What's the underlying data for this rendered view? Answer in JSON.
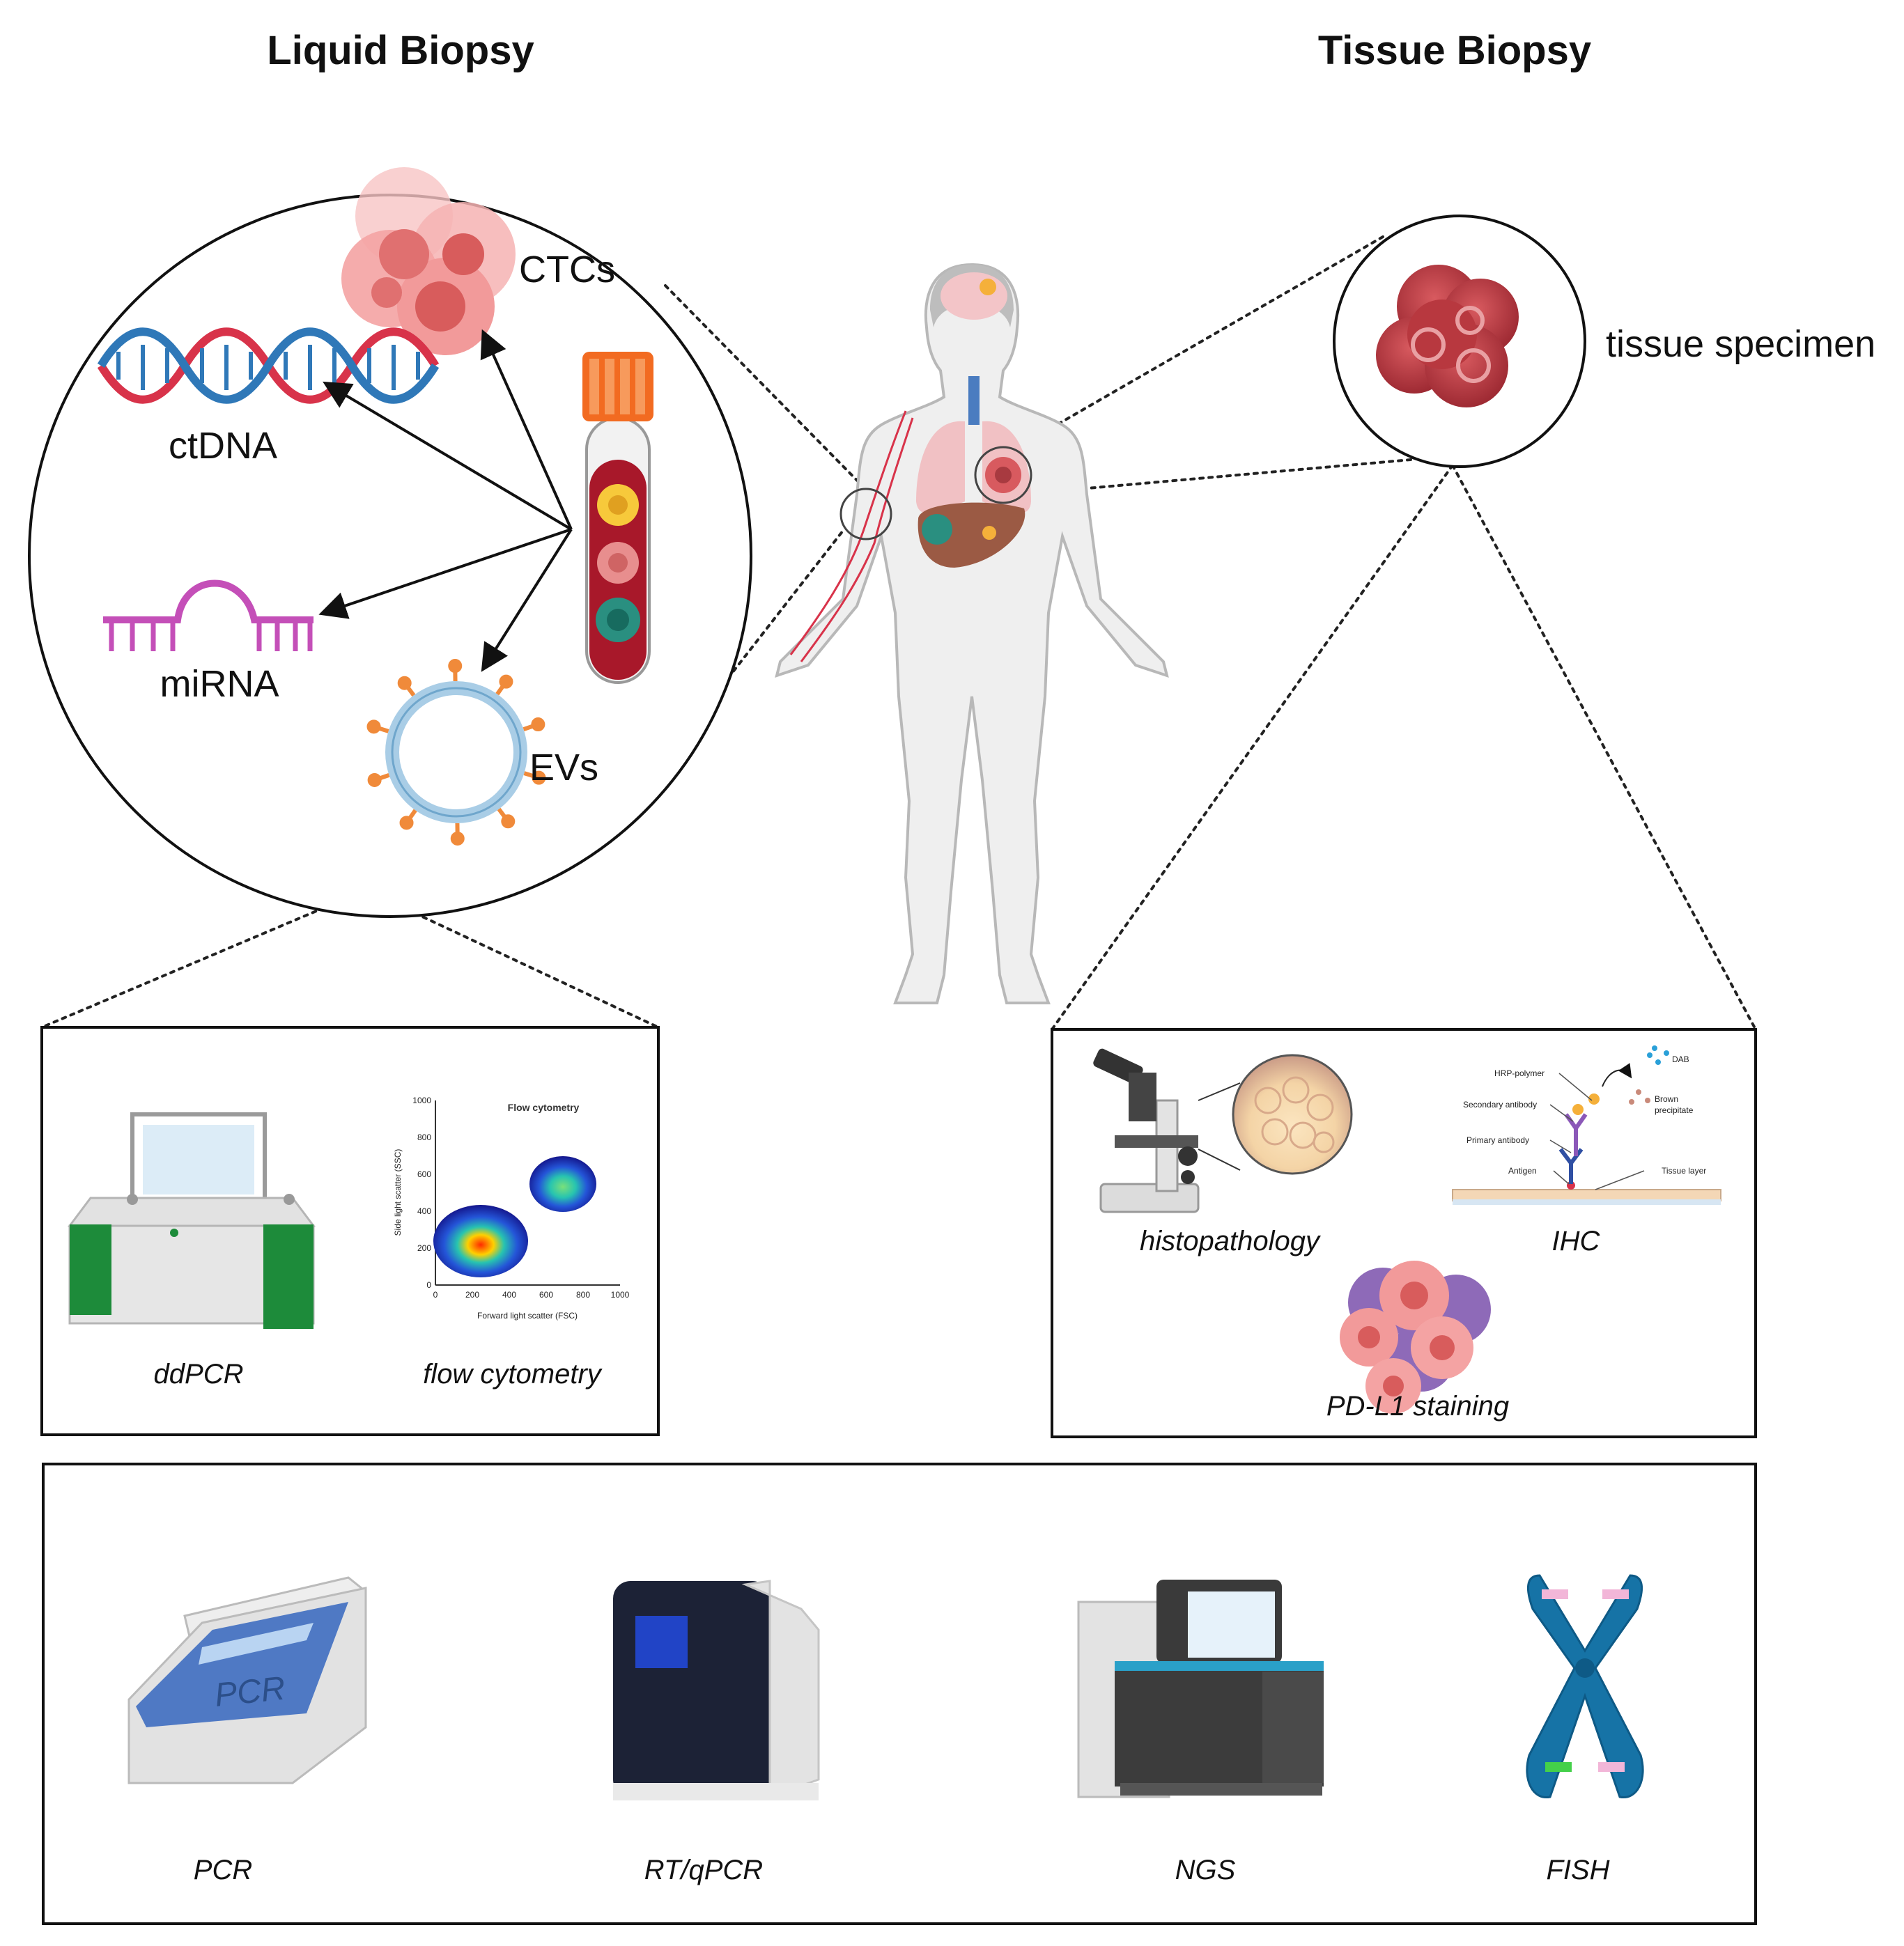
{
  "headings": {
    "liquid": "Liquid Biopsy",
    "tissue": "Tissue Biopsy"
  },
  "liquid_circle": {
    "ctcs": "CTCs",
    "ctdna": "ctDNA",
    "mirna": "miRNA",
    "evs": "EVs"
  },
  "tissue_circle": {
    "specimen": "tissue specimen"
  },
  "liquid_box": {
    "ddpcr": "ddPCR",
    "flow": "flow cytometry",
    "plot_title": "Flow cytometry",
    "plot_ylabel": "Side light scatter (SSC)",
    "plot_xlabel": "Forward light scatter (FSC)",
    "x_ticks": [
      "0",
      "200",
      "400",
      "600",
      "800",
      "1000"
    ],
    "y_ticks": [
      "0",
      "200",
      "400",
      "600",
      "800",
      "1000"
    ]
  },
  "tissue_box": {
    "histopathology": "histopathology",
    "ihc": "IHC",
    "pdl1": "PD-L1 staining",
    "ihc_labels": {
      "hrp": "HRP-polymer",
      "secondary": "Secondary antibody",
      "primary": "Primary antibody",
      "antigen": "Antigen",
      "dab": "DAB",
      "brown": "Brown",
      "precipitate": "precipitate",
      "tissue_layer": "Tissue layer"
    }
  },
  "bottom_box": {
    "pcr": "PCR",
    "pcr_device_text": "PCR",
    "rtqpcr": "RT/qPCR",
    "ngs": "NGS",
    "fish": "FISH"
  },
  "colors": {
    "blood": "#a8182a",
    "tube_cap": "#f26b21",
    "dna_red": "#d8334a",
    "dna_blue": "#2f78b8",
    "mirna": "#c44fb8",
    "ev_orange": "#f08a3a",
    "ev_blue": "#a9cde6",
    "ctc_pink": "#f4a3a3",
    "tissue_red": "#b8383f",
    "green_device": "#1d8b3a",
    "chromosome": "#1673a6"
  }
}
